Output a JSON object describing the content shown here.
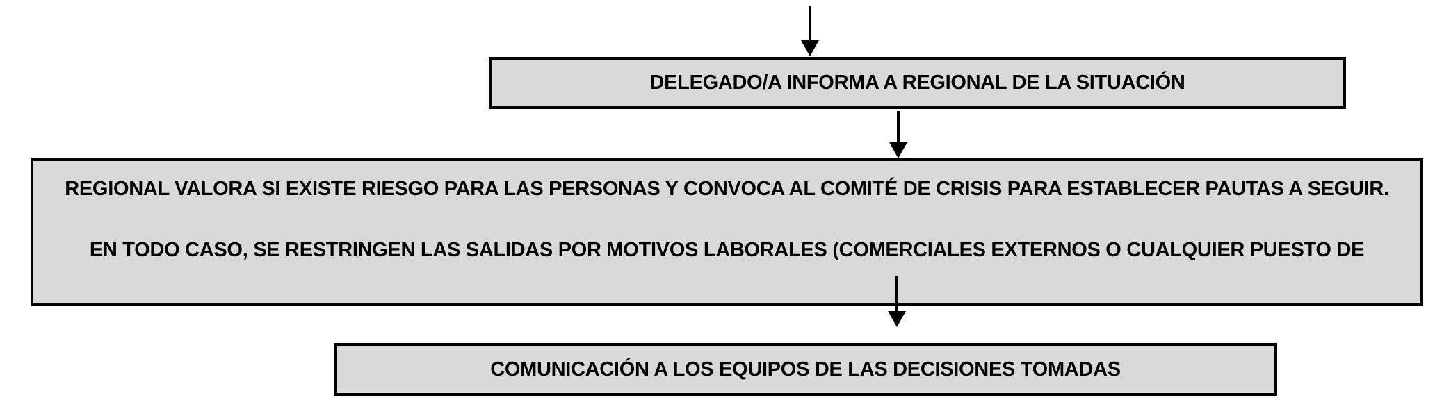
{
  "diagram": {
    "type": "flowchart",
    "background_color": "#ffffff",
    "node_fill_color": "#d9d9d9",
    "node_border_color": "#000000",
    "text_color": "#000000",
    "nodes": [
      {
        "id": "delegado-informa",
        "text": "DELEGADO/A INFORMA A REGIONAL DE LA SITUACIÓN"
      },
      {
        "id": "regional-valora",
        "paragraph1": "REGIONAL VALORA SI EXISTE RIESGO PARA LAS PERSONAS Y CONVOCA AL COMITÉ DE CRISIS PARA ESTABLECER PAUTAS A SEGUIR.",
        "paragraph2": "EN TODO CASO, SE RESTRINGEN LAS SALIDAS POR MOTIVOS LABORALES (COMERCIALES EXTERNOS O CUALQUIER PUESTO DE"
      },
      {
        "id": "comunicacion-equipos",
        "text": "COMUNICACIÓN A LOS EQUIPOS DE LAS DECISIONES TOMADAS"
      }
    ],
    "arrows": [
      {
        "id": "arrow-into-delegado",
        "direction": "down"
      },
      {
        "id": "arrow-delegado-to-regional",
        "direction": "down"
      },
      {
        "id": "arrow-regional-to-comunicacion",
        "direction": "down"
      }
    ]
  }
}
